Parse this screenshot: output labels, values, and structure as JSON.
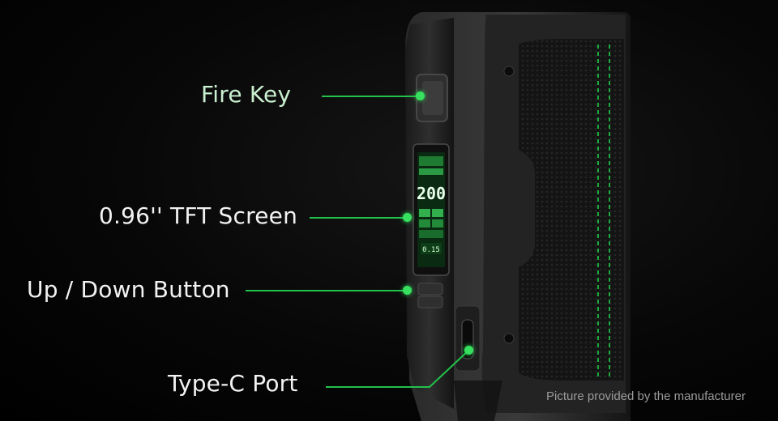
{
  "callouts": {
    "fire_key": "Fire Key",
    "tft_screen": "0.96'' TFT Screen",
    "up_down_button": "Up / Down Button",
    "type_c_port": "Type-C Port"
  },
  "credit": "Picture provided by the manufacturer",
  "screen": {
    "power": "200",
    "resistance": "0.15"
  },
  "colors": {
    "accent_green": "#2bd152",
    "background": "#000000",
    "body_dark": "#1c1c1c"
  }
}
